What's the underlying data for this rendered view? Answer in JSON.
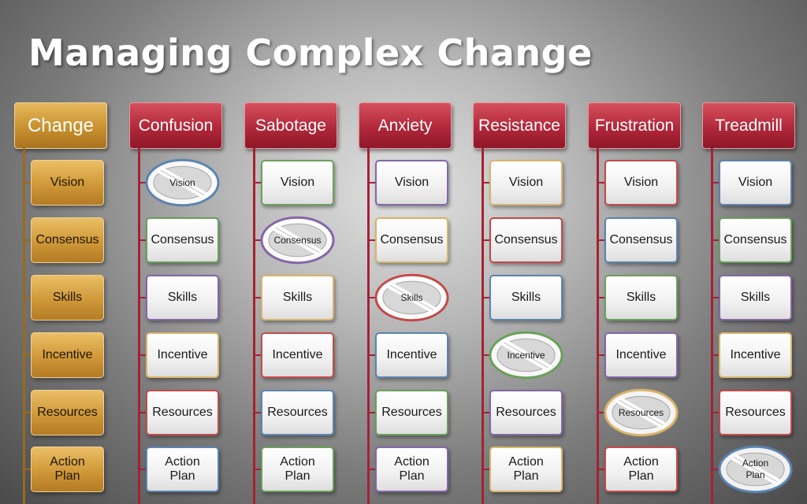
{
  "title": "Managing Complex Change",
  "columns": [
    {
      "header": "Change",
      "variant": "change",
      "items": [
        {
          "label": "Vision",
          "blocked": false,
          "border": "#b47b25"
        },
        {
          "label": "Consensus",
          "blocked": false,
          "border": "#b47b25"
        },
        {
          "label": "Skills",
          "blocked": false,
          "border": "#b47b25"
        },
        {
          "label": "Incentive",
          "blocked": false,
          "border": "#b47b25"
        },
        {
          "label": "Resources",
          "blocked": false,
          "border": "#b47b25"
        },
        {
          "label": "Action\nPlan",
          "blocked": false,
          "border": "#b47b25"
        }
      ]
    },
    {
      "header": "Confusion",
      "variant": "red",
      "items": [
        {
          "label": "Vision",
          "blocked": true,
          "border": "#5b84b1"
        },
        {
          "label": "Consensus",
          "blocked": false,
          "border": "#6aa05a"
        },
        {
          "label": "Skills",
          "blocked": false,
          "border": "#8466a8"
        },
        {
          "label": "Incentive",
          "blocked": false,
          "border": "#d9b46a"
        },
        {
          "label": "Resources",
          "blocked": false,
          "border": "#c44a4a"
        },
        {
          "label": "Action\nPlan",
          "blocked": false,
          "border": "#5b84b1"
        }
      ]
    },
    {
      "header": "Sabotage",
      "variant": "red",
      "items": [
        {
          "label": "Vision",
          "blocked": false,
          "border": "#6aa05a"
        },
        {
          "label": "Consensus",
          "blocked": true,
          "border": "#8466a8"
        },
        {
          "label": "Skills",
          "blocked": false,
          "border": "#d9b46a"
        },
        {
          "label": "Incentive",
          "blocked": false,
          "border": "#c44a4a"
        },
        {
          "label": "Resources",
          "blocked": false,
          "border": "#5b84b1"
        },
        {
          "label": "Action\nPlan",
          "blocked": false,
          "border": "#6aa05a"
        }
      ]
    },
    {
      "header": "Anxiety",
      "variant": "red",
      "items": [
        {
          "label": "Vision",
          "blocked": false,
          "border": "#8466a8"
        },
        {
          "label": "Consensus",
          "blocked": false,
          "border": "#d9b46a"
        },
        {
          "label": "Skills",
          "blocked": true,
          "border": "#c44a4a"
        },
        {
          "label": "Incentive",
          "blocked": false,
          "border": "#5b84b1"
        },
        {
          "label": "Resources",
          "blocked": false,
          "border": "#6aa05a"
        },
        {
          "label": "Action\nPlan",
          "blocked": false,
          "border": "#8466a8"
        }
      ]
    },
    {
      "header": "Resistance",
      "variant": "red",
      "items": [
        {
          "label": "Vision",
          "blocked": false,
          "border": "#d9b46a"
        },
        {
          "label": "Consensus",
          "blocked": false,
          "border": "#c44a4a"
        },
        {
          "label": "Skills",
          "blocked": false,
          "border": "#5b84b1"
        },
        {
          "label": "Incentive",
          "blocked": true,
          "border": "#6aa05a"
        },
        {
          "label": "Resources",
          "blocked": false,
          "border": "#8466a8"
        },
        {
          "label": "Action\nPlan",
          "blocked": false,
          "border": "#d9b46a"
        }
      ]
    },
    {
      "header": "Frustration",
      "variant": "red",
      "items": [
        {
          "label": "Vision",
          "blocked": false,
          "border": "#c44a4a"
        },
        {
          "label": "Consensus",
          "blocked": false,
          "border": "#5b84b1"
        },
        {
          "label": "Skills",
          "blocked": false,
          "border": "#6aa05a"
        },
        {
          "label": "Incentive",
          "blocked": false,
          "border": "#8466a8"
        },
        {
          "label": "Resources",
          "blocked": true,
          "border": "#d9b46a"
        },
        {
          "label": "Action\nPlan",
          "blocked": false,
          "border": "#c44a4a"
        }
      ]
    },
    {
      "header": "Treadmill",
      "variant": "red",
      "items": [
        {
          "label": "Vision",
          "blocked": false,
          "border": "#5b84b1"
        },
        {
          "label": "Consensus",
          "blocked": false,
          "border": "#6aa05a"
        },
        {
          "label": "Skills",
          "blocked": false,
          "border": "#8466a8"
        },
        {
          "label": "Incentive",
          "blocked": false,
          "border": "#d9b46a"
        },
        {
          "label": "Resources",
          "blocked": false,
          "border": "#c44a4a"
        },
        {
          "label": "Action\nPlan",
          "blocked": true,
          "border": "#5b84b1"
        }
      ]
    }
  ]
}
